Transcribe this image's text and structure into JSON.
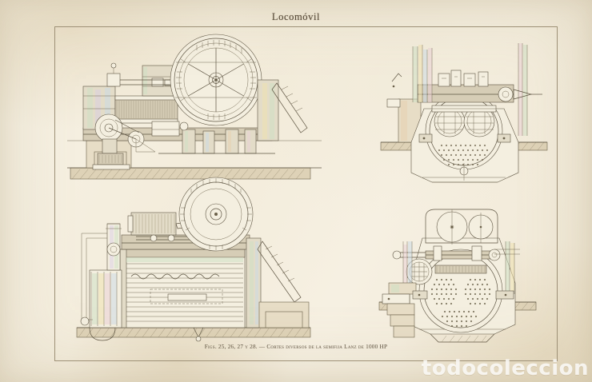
{
  "plate": {
    "title": "Locomóvil",
    "caption": "Figs. 25, 26, 27 y 28. — Cortes diversos de la semifija Lanz de 1000 HP",
    "watermark": "todocoleccion",
    "paper_color": "#f6f1e3",
    "ink_color": "#5d5442",
    "frame_color": "#9d9077"
  },
  "figures": [
    {
      "number": "25",
      "name": "longitudinal-elevation-engine",
      "description": "Vista lateral del grupo motor con volante de seis radios, cilindro y bancada",
      "position": "top-left",
      "flywheel": {
        "spokes": 6,
        "rim_segments": 14
      }
    },
    {
      "number": "26",
      "name": "front-end-view",
      "description": "Corte frontal con los dos cuerpos cilíndricos y la placa tubular",
      "position": "top-right",
      "bores": 2
    },
    {
      "number": "27",
      "name": "boiler-longitudinal-section",
      "description": "Corte longitudinal de la caldera de tubos de humo y hogar",
      "position": "bottom-left"
    },
    {
      "number": "28",
      "name": "rear-tube-plate-view",
      "description": "Vista posterior mostrando los haces tubulares y el domo",
      "position": "bottom-right",
      "tube_bundles": 3
    }
  ]
}
